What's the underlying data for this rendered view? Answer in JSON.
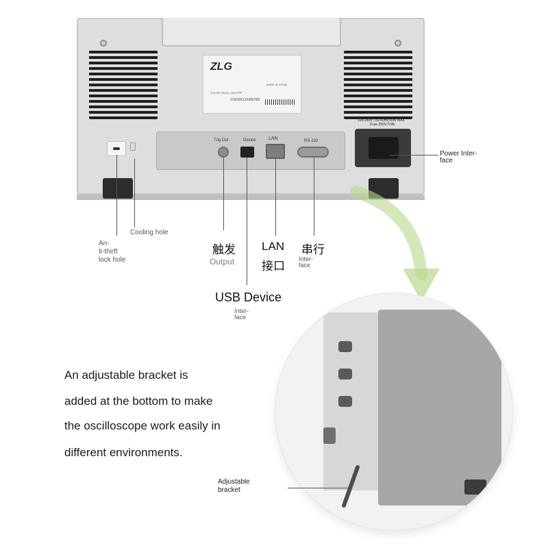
{
  "device_label": {
    "brand": "ZLG",
    "model_line": "COLOR OSCILLOSCOPE",
    "serial": "DSOZK123456789",
    "made_in": "MADE IN CHINA"
  },
  "io_ports": {
    "trig_out": "Trig Out",
    "device": "Device",
    "lan": "LAN",
    "rs232": "RS-232"
  },
  "power_rating": {
    "line1": "100-240V~,50-60Hz,40W MAX",
    "line2": "Fuse 250V,T2AL"
  },
  "callouts": {
    "anti_theft": [
      "An-",
      "ti-theft",
      "lock hole"
    ],
    "cooling": "Cooling hole",
    "trigger_cn": "触发",
    "trigger_en": "Output",
    "lan_cn_1": "LAN",
    "lan_cn_2": "接口",
    "serial_cn": "串行",
    "serial_en": [
      "Inter-",
      "face"
    ],
    "usb_main": "USB Device",
    "usb_sub": [
      "Inter-",
      "face"
    ],
    "power": [
      "Power Inter-",
      "face"
    ],
    "bracket": [
      "Adjustable",
      "bracket"
    ]
  },
  "description": [
    "An adjustable bracket is",
    "added at the bottom to make",
    "the oscilloscope work easily in",
    "different environments."
  ]
}
